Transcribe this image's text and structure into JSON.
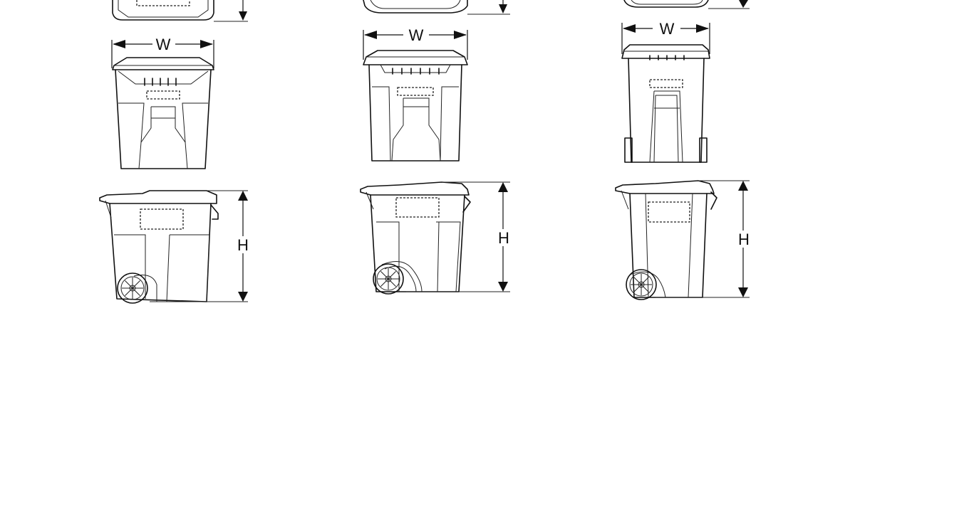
{
  "diagram": {
    "type": "cart-dimension-drawings",
    "columns": [
      {
        "id": "cart-1",
        "views": [
          "top (cropped)",
          "front",
          "side"
        ],
        "width_label": "W",
        "height_label": "H"
      },
      {
        "id": "cart-2",
        "views": [
          "top (cropped)",
          "front",
          "side"
        ],
        "width_label": "W",
        "height_label": "H"
      },
      {
        "id": "cart-3",
        "views": [
          "top (cropped)",
          "front",
          "side"
        ],
        "width_label": "W",
        "height_label": "H"
      }
    ]
  },
  "labels": {
    "w1": "W",
    "w2": "W",
    "w3": "W",
    "h1": "H",
    "h2": "H",
    "h3": "H"
  }
}
